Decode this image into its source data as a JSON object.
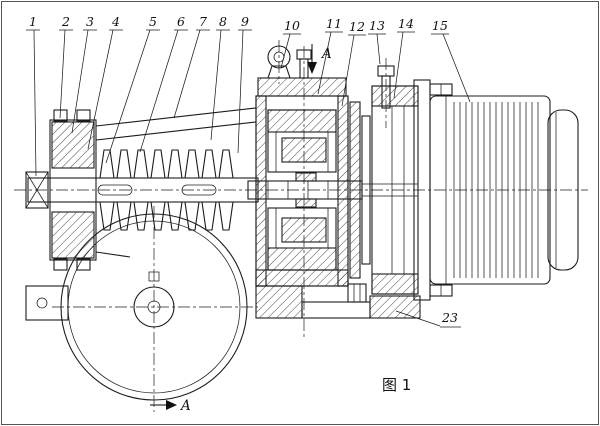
{
  "figure": {
    "caption": "图 1"
  },
  "section": {
    "top": "A",
    "bottom": "A"
  },
  "callouts": [
    "1",
    "2",
    "3",
    "4",
    "5",
    "6",
    "7",
    "8",
    "9",
    "10",
    "11",
    "12",
    "13",
    "14",
    "15"
  ],
  "part_label": "23",
  "colors": {
    "line": "#1c1c1c",
    "background": "#ffffff"
  }
}
